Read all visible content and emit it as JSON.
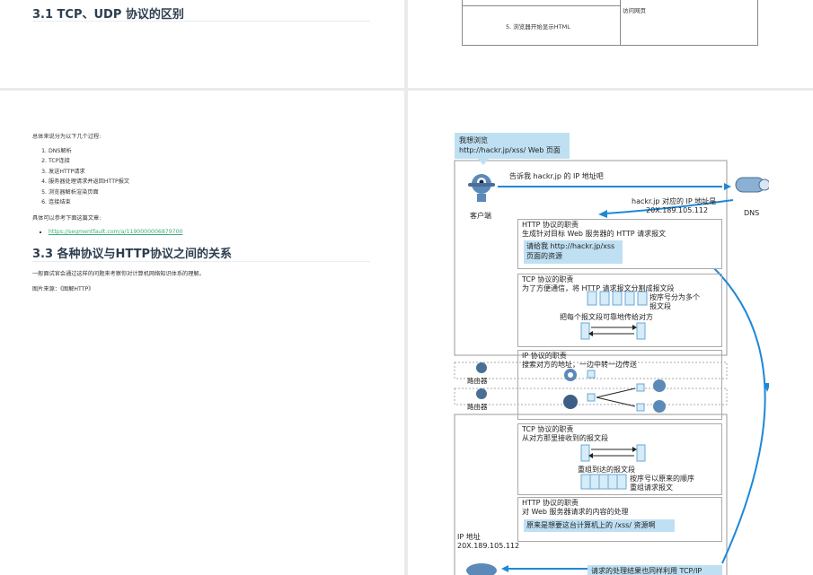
{
  "page1": {
    "heading": "3.1 TCP、UDP 协议的区别"
  },
  "page2": {
    "table_cell_top_right": "访问网页",
    "table_cell_left": "5. 浏览器开始显示HTML"
  },
  "page3": {
    "intro": "总体来说分为以下几个过程:",
    "steps": [
      "DNS解析",
      "TCP连接",
      "发送HTTP请求",
      "服务器处理请求并返回HTTP报文",
      "浏览器解析渲染页面",
      "连接结束"
    ],
    "ref_text": "具体可以参考下面这篇文章:",
    "ref_link": "https://segmentfault.com/a/1190000006879700",
    "heading2": "3.3 各种协议与HTTP协议之间的关系",
    "para": "一般面试官会通过这样的问题来考察你对计算机网络知识体系的理解。",
    "source": "图片来源：《图解HTTP》"
  },
  "figure": {
    "bubble_line1": "我想浏览",
    "bubble_line2": "http://hackr.jp/xss/ Web 页面",
    "ask_ip": "告诉我 hackr.jp 的 IP 地址吧",
    "client_label": "客户端",
    "dns_label": "DNS",
    "dns_reply_line1": "hackr.jp 对应的 IP 地址是",
    "dns_reply_line2": "20X.189.105.112",
    "http_role_title": "HTTP 协议的职责",
    "http_role_desc": "生成针对目标 Web 服务器的 HTTP 请求报文",
    "http_req_line1": "请给我 http://hackr.jp/xss",
    "http_req_line2": "页面的资源",
    "tcp_role_title": "TCP 协议的职责",
    "tcp_role_desc": "为了方便通信，将 HTTP 请求报文分割成报文段",
    "tcp_seg_line1": "按序号分为多个",
    "tcp_seg_line2": "报文段",
    "tcp_reliable": "把每个报文段可靠地传给对方",
    "ip_role_title": "IP 协议的职责",
    "ip_role_desc": "搜索对方的地址，一边中转一边传送",
    "router1": "路由器",
    "router2": "路由器",
    "tcp2_title": "TCP 协议的职责",
    "tcp2_desc": "从对方那里接收到的报文段",
    "tcp2_reassemble": "重组到达的报文段",
    "tcp2_order_line1": "按序号以原来的顺序",
    "tcp2_order_line2": "重组请求报文",
    "http2_title": "HTTP 协议的职责",
    "http2_desc": "对 Web 服务器请求的内容的处理",
    "http2_bubble": "原来是想要这台计算机上的 /xss/ 资源啊",
    "ip_addr_label": "IP 地址",
    "ip_addr_value": "20X.189.105.112",
    "bottom_text": "请求的处理结果也同样利用 TCP/IP"
  },
  "colors": {
    "heading": "#2c3e50",
    "link": "#3eaf7c",
    "arrow_blue": "#1e88d8",
    "bubble_blue": "#bfe0f3"
  }
}
